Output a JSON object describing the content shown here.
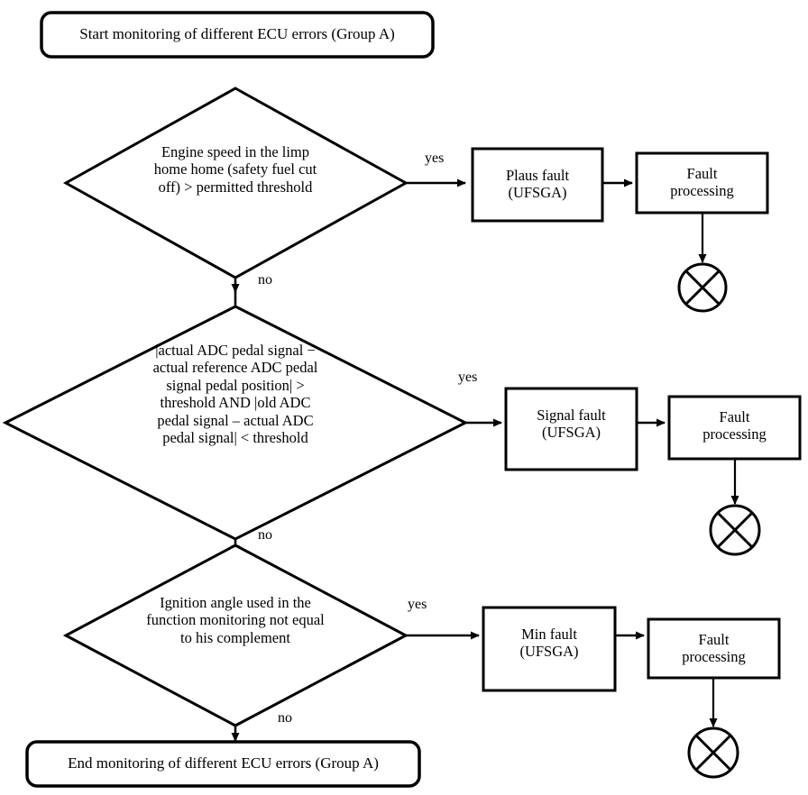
{
  "diagram": {
    "title": "ECU error monitoring flowchart (Group A)",
    "colors": {
      "stroke": "#000000",
      "fill": "#ffffff",
      "text": "#000000"
    },
    "start_terminator": {
      "label": "Start monitoring of different ECU errors (Group A)",
      "shape": "rounded-rectangle"
    },
    "end_terminator": {
      "label": "End monitoring of different ECU errors (Group A)",
      "shape": "rounded-rectangle"
    },
    "decisions": [
      {
        "id": "decision-engine-speed",
        "label": "Engine speed in the limp\nhome home (safety fuel cut\noff) > permitted threshold",
        "yes_label": "yes",
        "no_label": "no"
      },
      {
        "id": "decision-adc-pedal-signal",
        "label": "|actual ADC pedal signal −\nactual reference ADC pedal\nsignal pedal position| >\nthreshold AND |old ADC\npedal signal – actual ADC\npedal signal| < threshold",
        "yes_label": "yes",
        "no_label": "no"
      },
      {
        "id": "decision-ignition-angle",
        "label": "Ignition angle used in the\nfunction monitoring not equal\nto his complement",
        "yes_label": "yes",
        "no_label": "no"
      }
    ],
    "fault_boxes": [
      {
        "id": "fault-plaus",
        "label": "Plaus fault\n(UFSGA)"
      },
      {
        "id": "fault-signal",
        "label": "Signal fault\n(UFSGA)"
      },
      {
        "id": "fault-min",
        "label": "Min fault\n(UFSGA)"
      }
    ],
    "processing_boxes": [
      {
        "id": "fault-processing-1",
        "label": "Fault\nprocessing"
      },
      {
        "id": "fault-processing-2",
        "label": "Fault\nprocessing"
      },
      {
        "id": "fault-processing-3",
        "label": "Fault\nprocessing"
      }
    ],
    "end_markers": [
      {
        "id": "end-marker-1",
        "icon": "circle-x-icon"
      },
      {
        "id": "end-marker-2",
        "icon": "circle-x-icon"
      },
      {
        "id": "end-marker-3",
        "icon": "circle-x-icon"
      }
    ]
  }
}
